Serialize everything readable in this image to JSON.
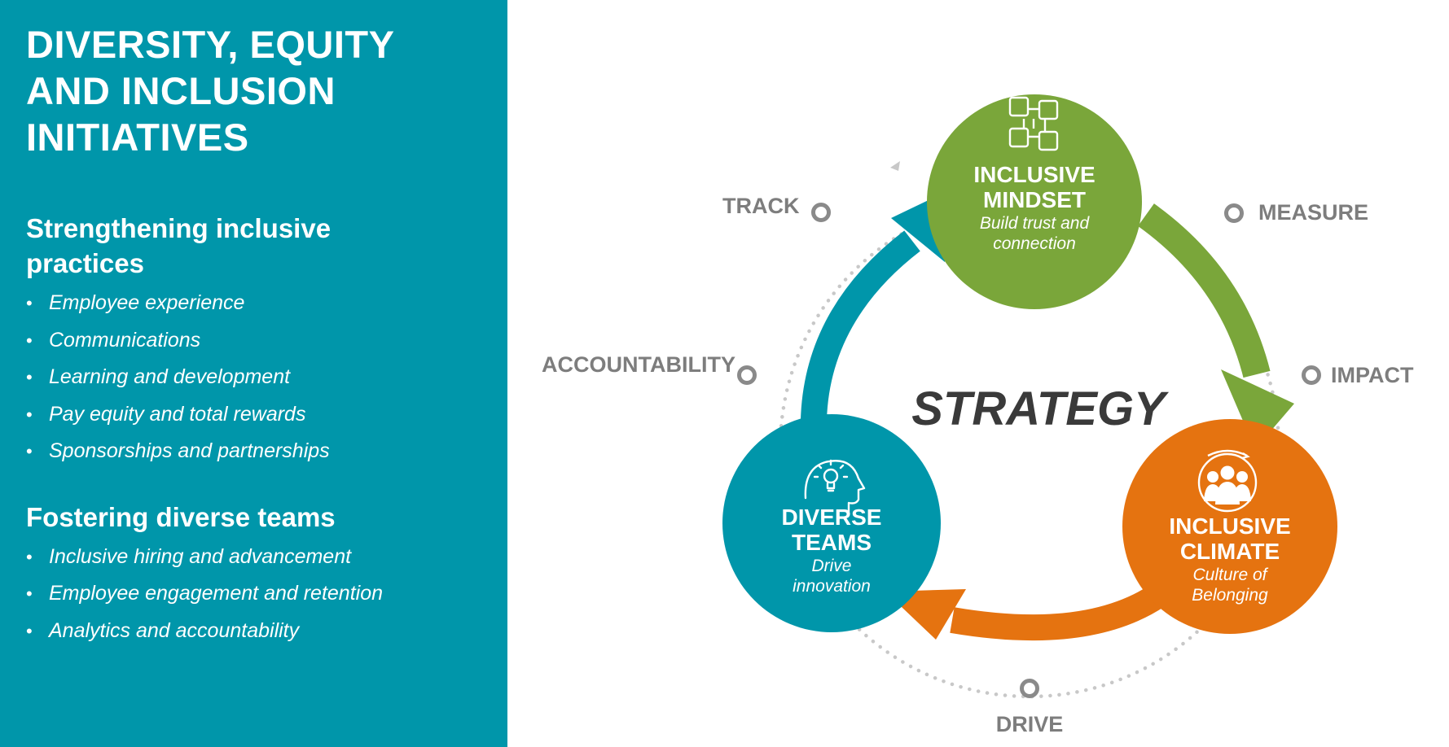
{
  "panel": {
    "title_lines": [
      "DIVERSITY, EQUITY",
      "AND INCLUSION",
      "INITIATIVES"
    ],
    "sections": [
      {
        "heading_lines": [
          "Strengthening inclusive",
          "practices"
        ],
        "items": [
          "Employee experience",
          "Communications",
          "Learning and development",
          "Pay equity and total rewards",
          "Sponsorships and partnerships"
        ]
      },
      {
        "heading_lines": [
          "Fostering diverse teams"
        ],
        "items": [
          "Inclusive hiring and advancement",
          "Employee engagement and retention",
          "Analytics and accountability"
        ]
      }
    ]
  },
  "diagram": {
    "center_label": "STRATEGY",
    "nodes": {
      "mindset": {
        "title_lines": [
          "INCLUSIVE",
          "MINDSET"
        ],
        "sub_lines": [
          "Build trust and",
          "connection"
        ],
        "icon": "hands-together-icon"
      },
      "climate": {
        "title_lines": [
          "INCLUSIVE",
          "CLIMATE"
        ],
        "sub_lines": [
          "Culture of",
          "Belonging"
        ],
        "icon": "group-icon"
      },
      "teams": {
        "title_lines": [
          "DIVERSE",
          "TEAMS"
        ],
        "sub_lines": [
          "Drive",
          "innovation"
        ],
        "icon": "head-lightbulb-icon"
      }
    },
    "cycle_labels": {
      "track": "TRACK",
      "measure": "MEASURE",
      "impact": "IMPACT",
      "accountability": "ACCOUNTABILITY",
      "drive": "DRIVE"
    },
    "colors": {
      "panel": "#0096aa",
      "green": "#7aa63a",
      "orange": "#e57310",
      "teal": "#0096aa",
      "gray": "#7d7d7d",
      "dots": "#c8c8c8"
    }
  }
}
